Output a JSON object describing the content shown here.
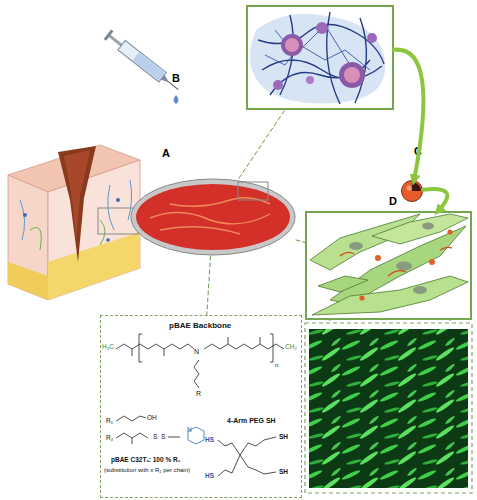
{
  "diagram": {
    "nodes": [
      {
        "text": [
          "B"
        ]
      },
      {
        "text": [
          "C"
        ]
      },
      {
        "text": [
          "A"
        ]
      },
      {
        "text": [
          "D"
        ]
      },
      {
        "text": [
          "pBAE Backbone",
          "H₃C",
          "CH₂",
          "N",
          "R",
          "n",
          "R₁",
          "OH",
          "R₂",
          "S",
          "S",
          "N",
          "pBAE C32Tₓ: 100 % R₁",
          "(substitution with x R₂ per chain)",
          "4-Arm PEG SH",
          "HS",
          "SH",
          "HS",
          "SH"
        ]
      }
    ],
    "edges": [
      {
        "from": 0,
        "to": 1,
        "arrow": "to"
      },
      {
        "from": 1,
        "to": 3,
        "arrow": "to"
      },
      {
        "from": 2,
        "to": 0,
        "arrow": "none"
      },
      {
        "from": 2,
        "to": 3,
        "arrow": "none"
      },
      {
        "from": 2,
        "to": 4,
        "arrow": "none"
      }
    ]
  }
}
